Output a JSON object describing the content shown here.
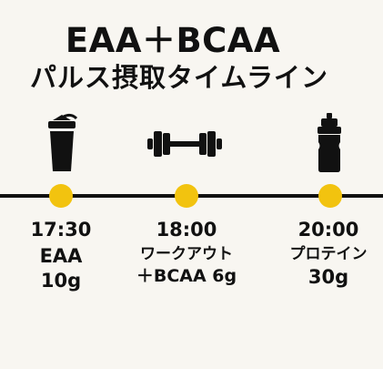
{
  "title": {
    "line1": "EAA＋BCAA",
    "line2": "パルス摂取タイムライン"
  },
  "colors": {
    "background": "#f8f6f1",
    "accent_dot": "#f2c30f",
    "ink": "#111111"
  },
  "timeline": [
    {
      "icon": "shaker-bottle-icon",
      "time": "17:30",
      "name": "EAA",
      "qty": "10g"
    },
    {
      "icon": "dumbbell-icon",
      "time": "18:00",
      "name": "ワークアウト",
      "qty": "＋BCAA 6g"
    },
    {
      "icon": "sports-bottle-icon",
      "time": "20:00",
      "name": "プロテイン",
      "qty": "30g"
    }
  ]
}
